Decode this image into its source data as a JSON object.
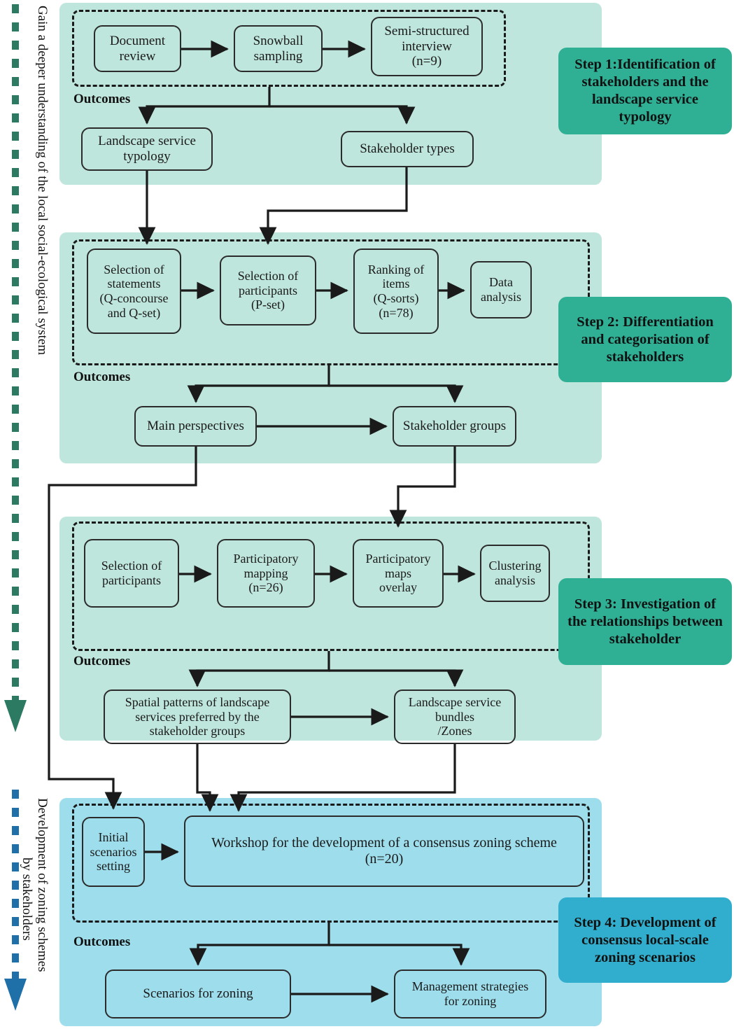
{
  "side_arrows": [
    {
      "name": "green-vertical-arrow",
      "line1": "Gain a deeper understanding of the local social-ecological system",
      "color": "#2d7a63"
    },
    {
      "name": "blue-vertical-arrow",
      "line1": "Development of zoning schemes",
      "line2": "by stakeholders",
      "color": "#1f6fa8"
    }
  ],
  "outcomes_label": "Outcomes",
  "steps": [
    {
      "id": "step1",
      "label": "Step 1:Identification of stakeholders and the landscape service typology",
      "panel_color": "#bfe6dc",
      "label_color": "#2fb095",
      "process_nodes": [
        {
          "name": "document-review",
          "text": "Document\nreview"
        },
        {
          "name": "snowball-sampling",
          "text": "Snowball\nsampling"
        },
        {
          "name": "semi-structured-interview",
          "text": "Semi-structured\ninterview\n(n=9)"
        }
      ],
      "outcome_nodes": [
        {
          "name": "landscape-service-typology",
          "text": "Landscape service\ntypology"
        },
        {
          "name": "stakeholder-types",
          "text": "Stakeholder types"
        }
      ]
    },
    {
      "id": "step2",
      "label": "Step 2: Differentiation and categorisation of stakeholders",
      "panel_color": "#bfe6dc",
      "label_color": "#2fb095",
      "process_nodes": [
        {
          "name": "selection-of-statements",
          "text": "Selection of\nstatements\n(Q-concourse\nand Q-set)"
        },
        {
          "name": "selection-of-participants",
          "text": "Selection of\nparticipants\n(P-set)"
        },
        {
          "name": "ranking-of-items",
          "text": "Ranking of\nitems\n(Q-sorts)\n(n=78)"
        },
        {
          "name": "data-analysis",
          "text": "Data\nanalysis"
        }
      ],
      "outcome_nodes": [
        {
          "name": "main-perspectives",
          "text": "Main perspectives"
        },
        {
          "name": "stakeholder-groups",
          "text": "Stakeholder groups"
        }
      ]
    },
    {
      "id": "step3",
      "label": "Step 3: Investigation of the relationships between stakeholder",
      "panel_color": "#bfe6dc",
      "label_color": "#2fb095",
      "process_nodes": [
        {
          "name": "selection-of-participants",
          "text": "Selection of\nparticipants"
        },
        {
          "name": "participatory-mapping",
          "text": "Participatory\nmapping\n(n=26)"
        },
        {
          "name": "participatory-maps-overlay",
          "text": "Participatory\nmaps\noverlay"
        },
        {
          "name": "clustering-analysis",
          "text": "Clustering\nanalysis"
        }
      ],
      "outcome_nodes": [
        {
          "name": "spatial-patterns-of-landscape-services",
          "text": "Spatial patterns of landscape\nservices preferred by the\nstakeholder groups"
        },
        {
          "name": "landscape-service-bundles",
          "text": "Landscape service\nbundles\n/Zones"
        }
      ]
    },
    {
      "id": "step4",
      "label": "Step 4: Development of consensus local-scale zoning scenarios",
      "panel_color": "#9edeec",
      "label_color": "#31aecd",
      "process_nodes": [
        {
          "name": "initial-scenarios-setting",
          "text": "Initial\nscenarios\nsetting"
        },
        {
          "name": "consensus-zoning-workshop",
          "text": "Workshop for the development of a consensus zoning scheme\n(n=20)"
        }
      ],
      "outcome_nodes": [
        {
          "name": "scenarios-for-zoning",
          "text": "Scenarios for zoning"
        },
        {
          "name": "management-strategies-for-zoning",
          "text": "Management strategies\nfor zoning"
        }
      ]
    }
  ]
}
